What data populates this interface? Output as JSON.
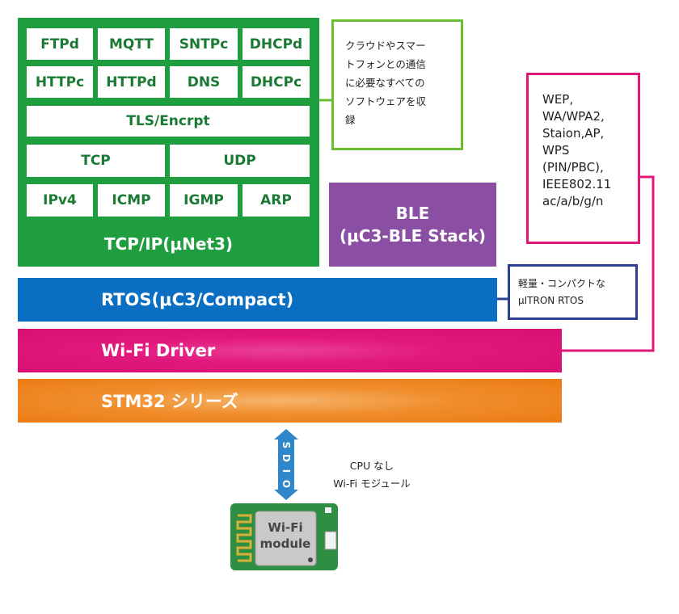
{
  "tcpip_stack": {
    "row1": [
      "FTPd",
      "MQTT",
      "SNTPc",
      "DHCPd"
    ],
    "row2": [
      "HTTPc",
      "HTTPd",
      "DNS",
      "DHCPc"
    ],
    "tls": "TLS/Encrpt",
    "transport": [
      "TCP",
      "UDP"
    ],
    "network": [
      "IPv4",
      "ICMP",
      "IGMP",
      "ARP"
    ],
    "label": "TCP/IP(μNet3)"
  },
  "notes": {
    "cloud_software": [
      "クラウドやスマー",
      "トフォンとの通信",
      "に必要なすべての",
      "ソフトウェアを収",
      "録"
    ],
    "wifi_specs": [
      "WEP,",
      "WA/WPA2,",
      "Staion,AP,",
      "WPS",
      "(PIN/PBC),",
      "IEEE802.11",
      "ac/a/b/g/n"
    ],
    "rtos_desc": [
      "軽量・コンパクトな",
      "μITRON RTOS"
    ],
    "module_desc": [
      "CPU なし",
      "Wi-Fi モジュール"
    ]
  },
  "ble": {
    "line1": "BLE",
    "line2": "(μC3-BLE Stack)"
  },
  "layers": {
    "rtos": "RTOS(μC3/Compact)",
    "wifi_driver": "Wi-Fi Driver",
    "stm32": "STM32 シリーズ"
  },
  "sdio": {
    "letters": [
      "S",
      "D",
      "I",
      "O"
    ]
  },
  "module": {
    "line1": "Wi-Fi",
    "line2": "module"
  },
  "colors": {
    "stack_green": "#1e9e3e",
    "note_green": "#6abf30",
    "ble_purple": "#8a4ea2",
    "rtos_blue": "#0a6fc2",
    "wifi_pink": "#e2197c",
    "stm_orange": "#f08d2c",
    "sdio_blue": "#2f86c8",
    "pcb_green": "#2e8f43"
  }
}
